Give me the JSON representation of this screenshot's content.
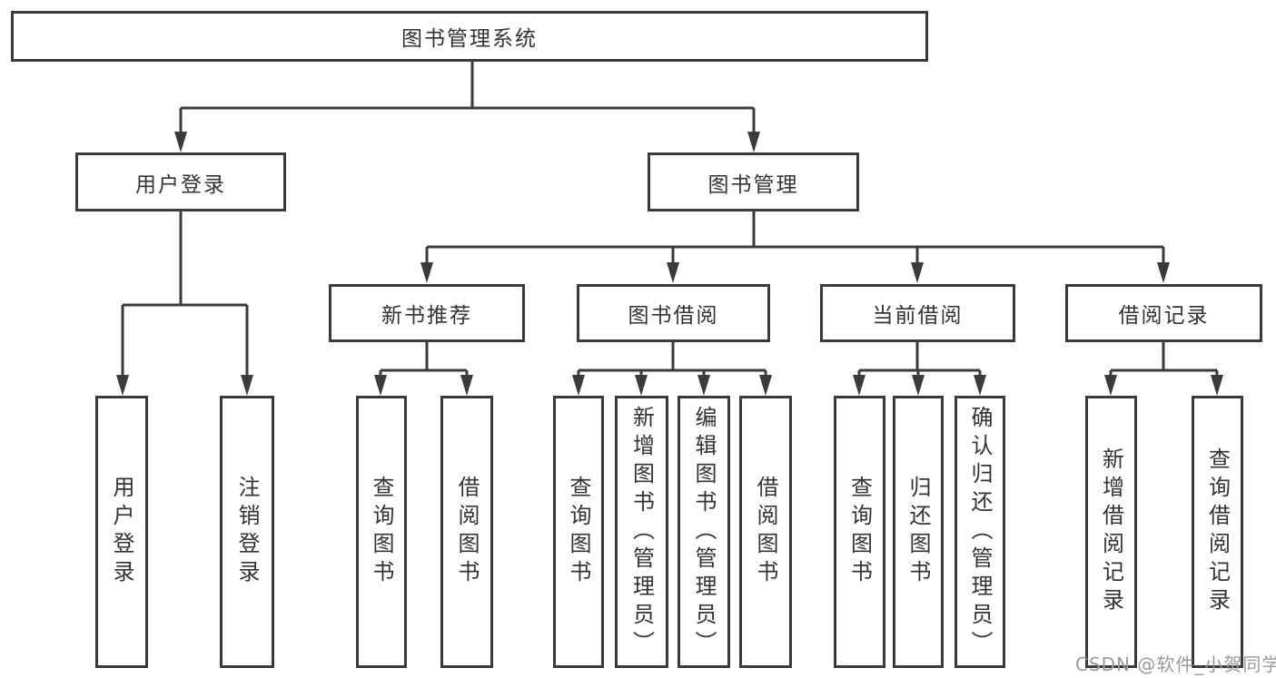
{
  "diagram": {
    "colors": {
      "line": "#3b3b3b",
      "text": "#333333",
      "watermark": "#9b9b9b",
      "background": "#ffffff"
    },
    "root": {
      "label": "图书管理系统"
    },
    "level1": [
      {
        "label": "用户登录",
        "children": [
          "用户登录",
          "注销登录"
        ]
      },
      {
        "label": "图书管理"
      }
    ],
    "level2": [
      {
        "label": "新书推荐",
        "children": [
          "查询图书",
          "借阅图书"
        ]
      },
      {
        "label": "图书借阅",
        "children": [
          "查询图书",
          "新增图书（管理员）",
          "编辑图书（管理员）",
          "借阅图书"
        ]
      },
      {
        "label": "当前借阅",
        "children": [
          "查询图书",
          "归还图书",
          "确认归还（管理员）"
        ]
      },
      {
        "label": "借阅记录",
        "children": [
          "新增借阅记录",
          "查询借阅记录"
        ]
      }
    ],
    "watermark": "CSDN @软件_小贺同学"
  }
}
